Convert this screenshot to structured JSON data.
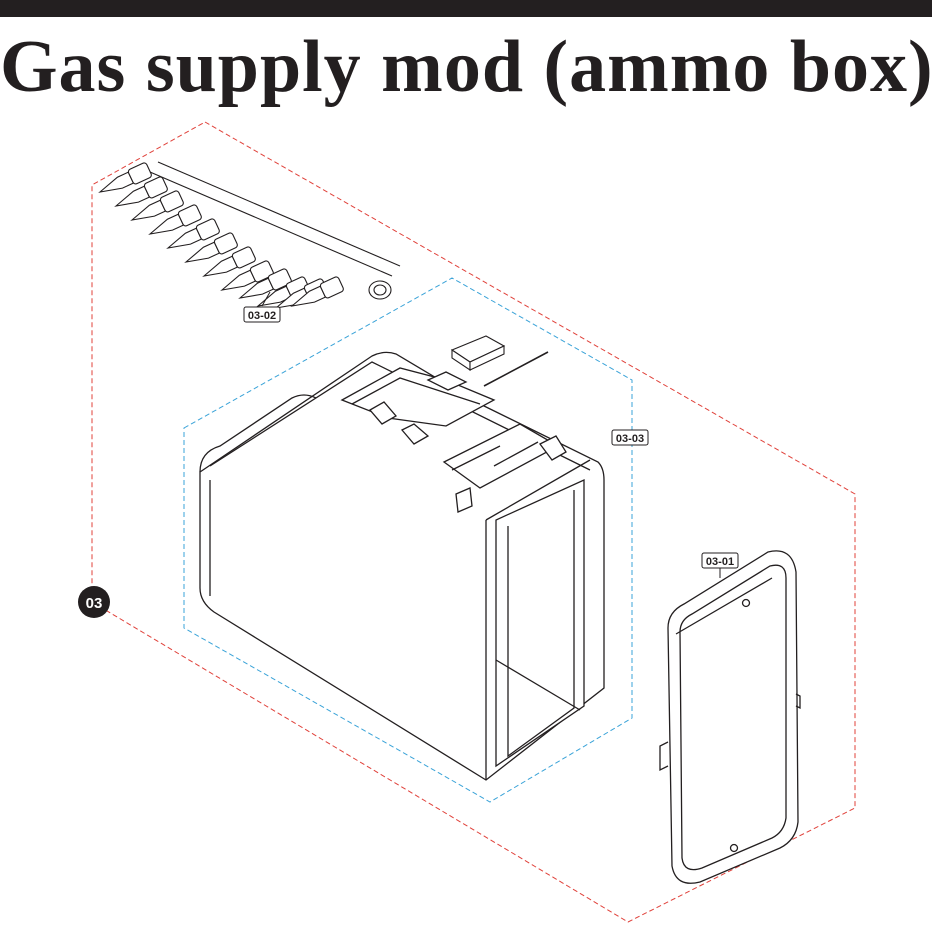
{
  "page": {
    "title": "Gas supply mod (ammo box)"
  },
  "assembly": {
    "group_number": "03",
    "parts": [
      {
        "code": "03-01"
      },
      {
        "code": "03-02"
      },
      {
        "code": "03-03"
      }
    ]
  },
  "colors": {
    "ink": "#231f20",
    "assembly_outline": "#e0413a",
    "subassembly_outline": "#3aa3d8"
  }
}
